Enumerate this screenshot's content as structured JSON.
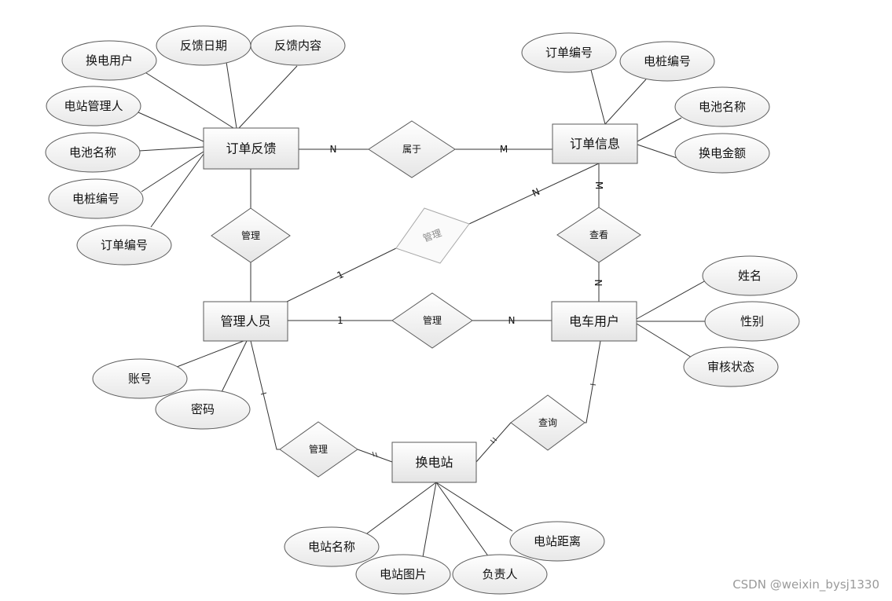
{
  "entities": {
    "order_feedback": "订单反馈",
    "order_info": "订单信息",
    "admin": "管理人员",
    "ev_user": "电车用户",
    "station": "换电站"
  },
  "relationships": {
    "belongs_to": "属于",
    "manage_feedback": "管理",
    "manage_orders": "管理",
    "view": "查看",
    "manage_users": "管理",
    "query": "查询",
    "manage_station": "管理"
  },
  "attributes": {
    "order_feedback": [
      "换电用户",
      "反馈日期",
      "反馈内容",
      "电站管理人",
      "电池名称",
      "电桩编号",
      "订单编号"
    ],
    "order_info": [
      "订单编号",
      "电桩编号",
      "电池名称",
      "换电金额"
    ],
    "admin": [
      "账号",
      "密码"
    ],
    "ev_user": [
      "姓名",
      "性别",
      "审核状态"
    ],
    "station": [
      "电站名称",
      "电站图片",
      "负责人",
      "电站距离"
    ]
  },
  "cardinalities": {
    "feedback_belongs": "N",
    "belongs_order": "M",
    "order_view": "M",
    "view_user": "N",
    "order_manage": "N",
    "manage_admin": "1",
    "admin_manage_users": "1",
    "manage_users_user": "N"
  },
  "watermark": "CSDN @weixin_bysj1330"
}
